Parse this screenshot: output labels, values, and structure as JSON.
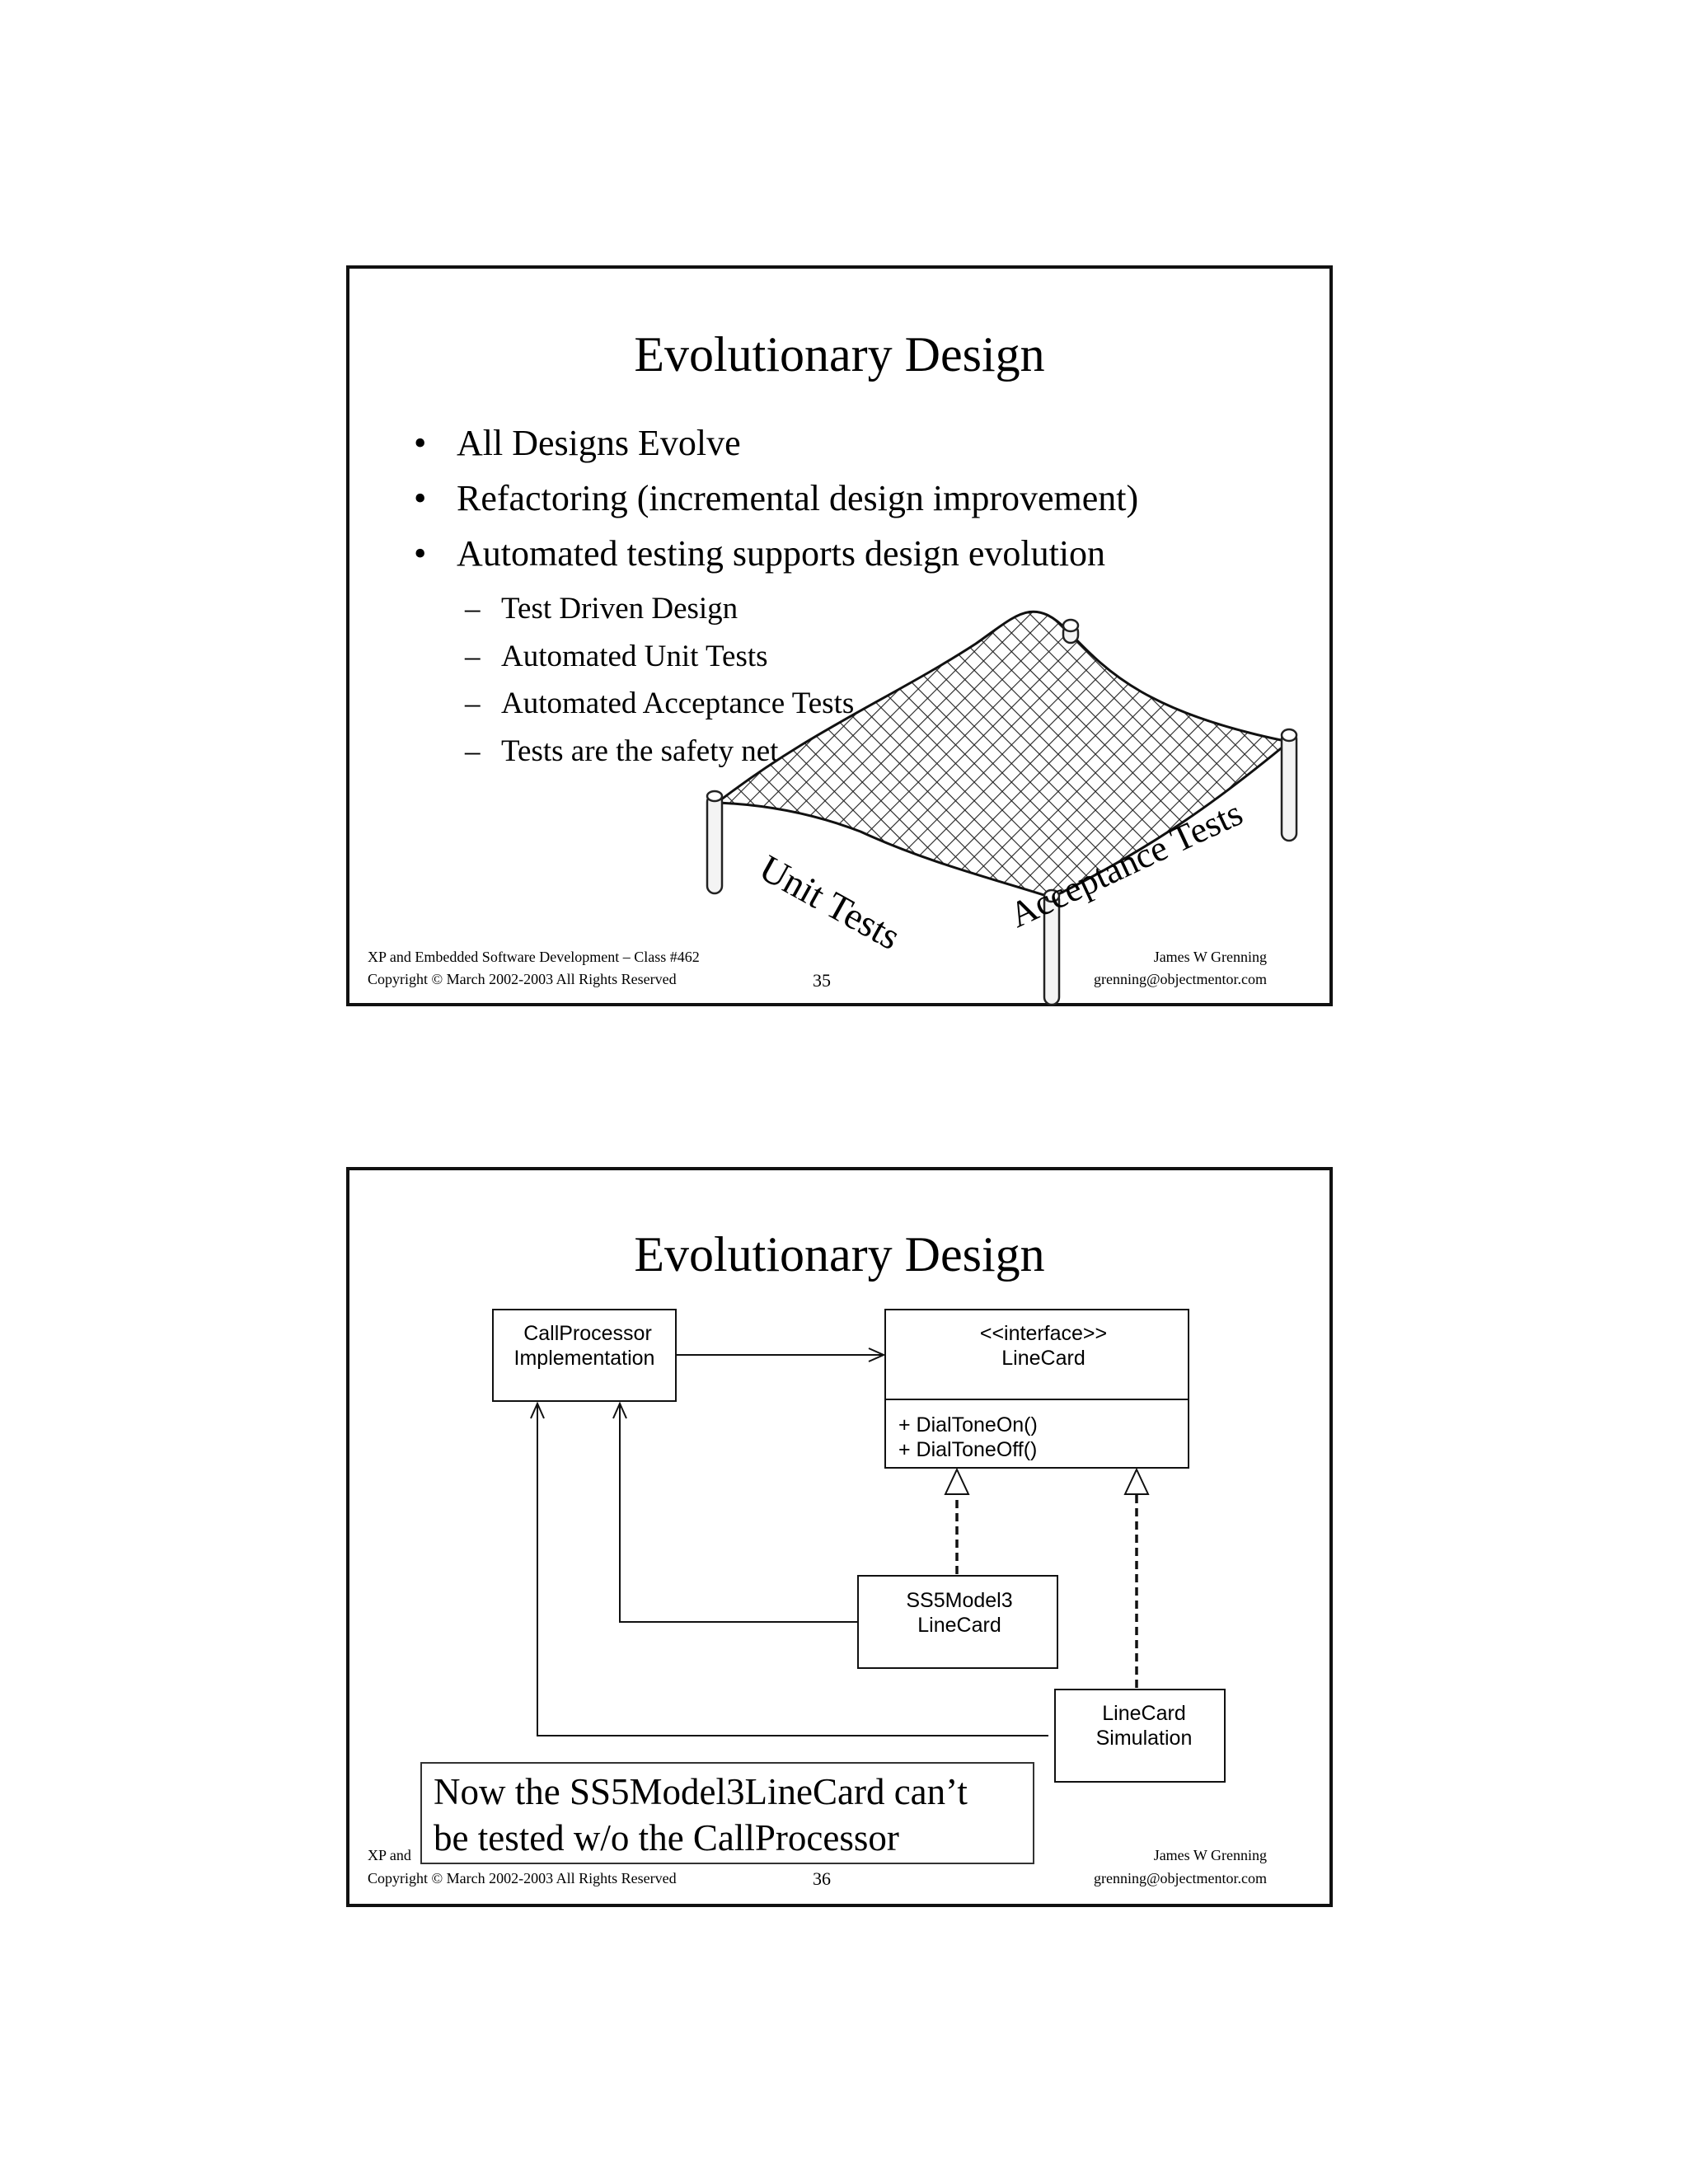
{
  "slide1": {
    "title": "Evolutionary Design",
    "bullets": [
      "All Designs Evolve",
      "Refactoring (incremental design improvement)",
      "Automated testing supports design evolution"
    ],
    "sub_bullets": [
      "Test Driven Design",
      "Automated Unit Tests",
      "Automated Acceptance Tests",
      "Tests are the safety net"
    ],
    "net_labels": {
      "left": "Unit Tests",
      "right": "Acceptance Tests"
    },
    "footer": {
      "course": "XP and Embedded Software Development – Class  #462",
      "copyright": "Copyright © March 2002-2003 All Rights Reserved",
      "page": "35",
      "author": "James W Grenning",
      "email": "grenning@objectmentor.com"
    }
  },
  "slide2": {
    "title": "Evolutionary Design",
    "uml": {
      "call_processor": [
        "CallProcessor",
        "Implementation"
      ],
      "interface": {
        "stereotype": "<<interface>>",
        "name": "LineCard",
        "methods": [
          "+ DialToneOn()",
          "+ DialToneOff()"
        ]
      },
      "ss5": [
        "SS5Model3",
        "LineCard"
      ],
      "simulation": [
        "LineCard",
        "Simulation"
      ]
    },
    "callout": [
      "Now the SS5Model3LineCard can’t",
      "be tested w/o the CallProcessor"
    ],
    "footer": {
      "course_prefix": "XP and",
      "copyright": "Copyright © March 2002-2003 All Rights Reserved",
      "page": "36",
      "author": "James W Grenning",
      "email": "grenning@objectmentor.com"
    }
  }
}
